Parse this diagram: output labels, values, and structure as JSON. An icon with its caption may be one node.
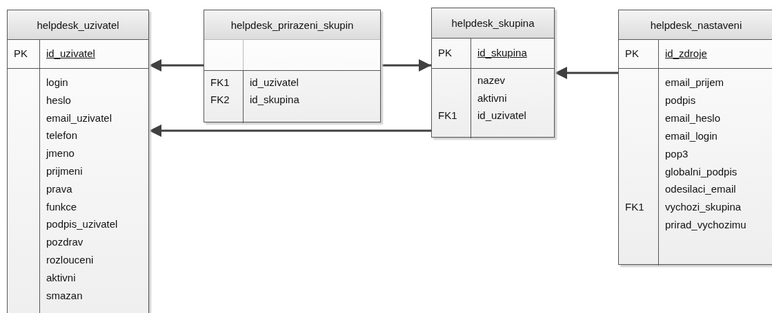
{
  "diagram": {
    "nodes": [
      {
        "text": [
          "helpdesk_uzivatel"
        ]
      },
      {
        "text": [
          "PK",
          "id_uzivatel"
        ],
        "in": 0
      },
      {
        "text": [
          "login"
        ],
        "in": 0
      },
      {
        "text": [
          "heslo"
        ],
        "in": 0
      },
      {
        "text": [
          "email_uzivatel"
        ],
        "in": 0
      },
      {
        "text": [
          "telefon"
        ],
        "in": 0
      },
      {
        "text": [
          "jmeno"
        ],
        "in": 0
      },
      {
        "text": [
          "prijmeni"
        ],
        "in": 0
      },
      {
        "text": [
          "prava"
        ],
        "in": 0
      },
      {
        "text": [
          "funkce"
        ],
        "in": 0
      },
      {
        "text": [
          "podpis_uzivatel"
        ],
        "in": 0
      },
      {
        "text": [
          "pozdrav"
        ],
        "in": 0
      },
      {
        "text": [
          "rozlouceni"
        ],
        "in": 0
      },
      {
        "text": [
          "aktivni"
        ],
        "in": 0
      },
      {
        "text": [
          "smazan"
        ],
        "in": 0
      },
      {
        "text": [
          "helpdesk_prirazeni_skupin"
        ]
      },
      {
        "text": [],
        "shape": "box",
        "in": 15
      },
      {
        "text": [
          "FK1",
          "id_uzivatel"
        ],
        "in": 15
      },
      {
        "text": [
          "FK2",
          "id_skupina"
        ],
        "in": 15
      },
      {
        "text": [
          "helpdesk_skupina"
        ]
      },
      {
        "text": [
          "PK",
          "id_skupina"
        ],
        "in": 19
      },
      {
        "text": [
          "nazev"
        ],
        "in": 19
      },
      {
        "text": [
          "aktivni"
        ],
        "in": 19
      },
      {
        "text": [
          "FK1",
          "id_uzivatel"
        ],
        "in": 19
      },
      {
        "text": [
          "helpdesk_nastaveni"
        ]
      },
      {
        "text": [
          "PK",
          "id_zdroje"
        ],
        "in": 24
      },
      {
        "text": [
          "email_prijem"
        ],
        "in": 24
      },
      {
        "text": [
          "podpis"
        ],
        "in": 24
      },
      {
        "text": [
          "email_heslo"
        ],
        "in": 24
      },
      {
        "text": [
          "email_login"
        ],
        "in": 24
      },
      {
        "text": [
          "pop3"
        ],
        "in": 24
      },
      {
        "text": [
          "globalni_podpis"
        ],
        "in": 24
      },
      {
        "text": [
          "odesilaci_email"
        ],
        "in": 24
      },
      {
        "text": [
          "FK1",
          "vychozi_skupina"
        ],
        "in": 24
      },
      {
        "text": [
          "prirad_vychozimu"
        ],
        "in": 24
      }
    ],
    "edges": [
      {
        "from": 15,
        "to": 0,
        "arrow": "to"
      },
      {
        "from": 15,
        "to": 19,
        "arrow": "to"
      },
      {
        "from": 19,
        "to": 0,
        "arrow": "to"
      },
      {
        "from": 24,
        "to": 19,
        "arrow": "to"
      }
    ]
  }
}
